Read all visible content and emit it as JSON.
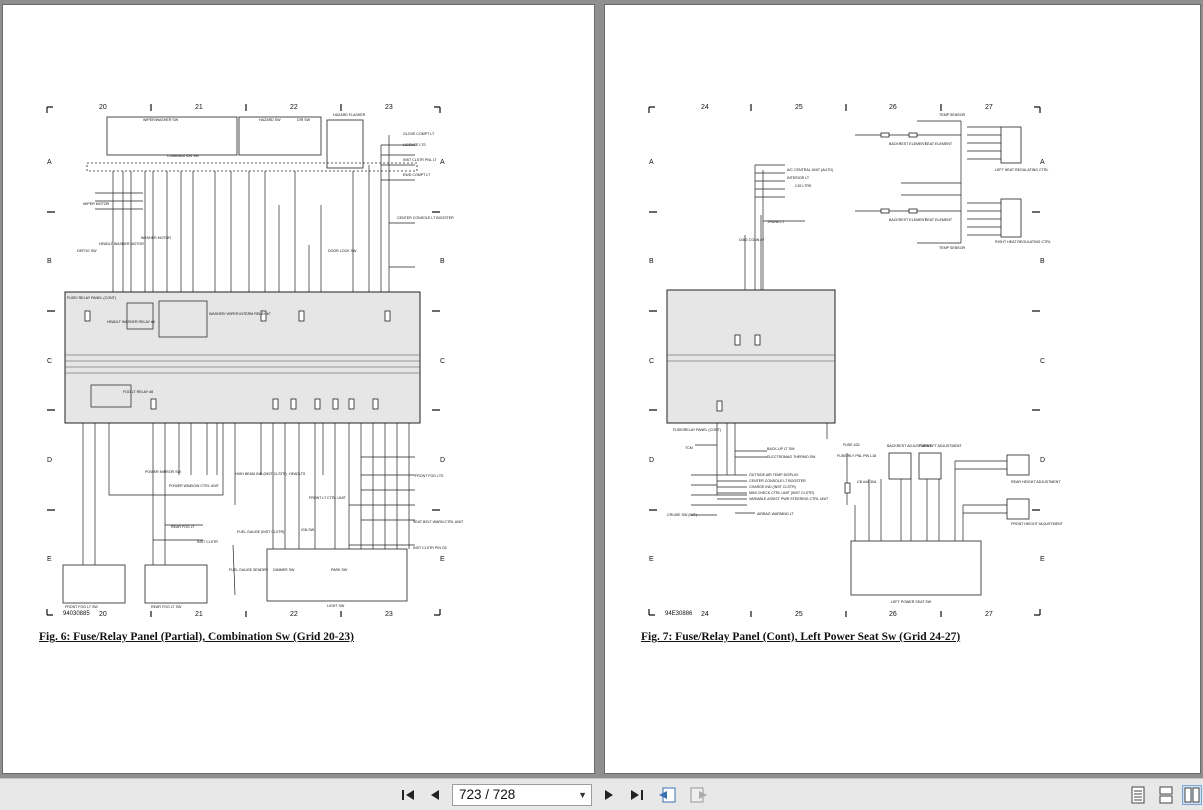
{
  "pages": [
    {
      "caption": "Fig. 6: Fuse/Relay Panel (Partial), Combination Sw (Grid 20-23)",
      "grid_columns": [
        "20",
        "21",
        "22",
        "23"
      ],
      "grid_rows": [
        "A",
        "B",
        "C",
        "D",
        "E"
      ],
      "figure_code": "94030885",
      "labels": {
        "wiper_washer_sw": "WIPER/WASHER SW",
        "combination_sw": "COMBINATION SW",
        "hazard_sw": "HAZARD SW",
        "dir_sw": "DIR SW",
        "hazard_flasher": "HAZARD FLASHER",
        "glove_comp_lt": "GLOVE COMPT LT",
        "license_lts": "LICENSE LTS",
        "inst_clstr_pnl_lt": "INST CLSTR PNL LT",
        "ewd_compt_lt": "EWD COMPT LT",
        "wiper_motor": "WIPER MOTOR",
        "center_console_lt_booster": "CENTER CONSOLE LT BOOSTER",
        "headlt_washer_motor": "HEADLT WASHER MOTOR",
        "washer_motor": "WASHER MOTOR",
        "defog_sw": "DEFOG SW",
        "door_lock_sw": "DOOR LOCK SW",
        "fuse_relay_panel": "FUSE/ RELAY PANEL (CONT)",
        "headlt_washer_relay": "HEADLT WASHER RELAY #6",
        "washer_wiper_interm_relay": "WASHER/ WIPER INTERM RELAY #7",
        "fog_lt_relay": "FOG LT RELAY #8",
        "power_mirror_sw": "POWER MIRROR SW",
        "power_window_ctrl_unit": "POWER WINDOW CTRL UNIT",
        "high_beam_ind": "HIGH BEAM IND (INST CLSTR)",
        "headlts": "HEADLTS",
        "front_lt_ctrl_unit": "FRONT LT CTRL UNIT",
        "front_fog_lts": "FRONT FOG LTS",
        "rear_fog_lt": "REAR FOG LT",
        "inst_clstr": "INST CLSTR",
        "fuel_gauge": "FUEL GAUGE (INST CLSTR)",
        "fuel_gauge_sender": "FUEL GAUGE SENDER",
        "ign_sw": "IGN SW",
        "light_sw": "LIGHT SW",
        "dimmer_sw": "DIMMER SW",
        "park_sw": "PARK SW",
        "front_fog_lt_sw": "FRONT FOG LT SW",
        "rear_fog_lt_sw": "REAR FOG LT SW",
        "seat_belt_warn_ctrl_unit": "SEAT BELT WARN CTRL UNIT",
        "inst_clstr_pin_c8": "INST CLSTR PIN C8"
      }
    },
    {
      "caption": "Fig. 7: Fuse/Relay Panel (Cont), Left Power Seat Sw (Grid 24-27)",
      "grid_columns": [
        "24",
        "25",
        "26",
        "27"
      ],
      "grid_rows": [
        "A",
        "B",
        "C",
        "D",
        "E"
      ],
      "figure_code": "94E30886",
      "labels": {
        "temp_sensor": "TEMP SENSOR",
        "backrest_element": "BACKREST ELEMENT",
        "seat_element": "SEAT ELEMENT",
        "left_heat_regulating_ctrl": "LEFT HEAT REGULATING CTRL",
        "right_heat_regulating_ctrl": "RIGHT HEAT REGULATING CTRL",
        "ac_central_unit": "A/C CENTRAL UNIT (AUTO)",
        "interior_lt": "INTERIOR LT",
        "cig_ltr": "CIG LTRS",
        "trunk_lt": "TRUNK LT",
        "diag_conn": "DIAG CONN #7",
        "fuse_relay_panel": "FUSE/RELAY PANEL (CONT)",
        "tcm": "TCM",
        "back_up_lt_sw": "BACK-UP LT SW",
        "electromag_thermo_sw": "ELECTROMAG THERMO SW",
        "fuse_32": "FUSE #32",
        "fuse_rly_pnl": "FUSE/RLY PNL PIN L18",
        "backrest_adjustment": "BACKREST ADJUSTMENT",
        "fore_aft_adjustment": "FORE/AFT ADJUSTMENT",
        "rear_height_adjustment": "REAR HEIGHT ADJUSTMENT",
        "front_height_adjustment": "FRONT HEIGHT ADJUSTMENT",
        "circuit_breaker": "CB #44 30A",
        "outside_air_temp": "OUTSIDE AIR TEMP DISPLAY",
        "center_console_booster": "CENTER CONSOLE LT BOOSTER",
        "charge_ind": "CHARGE IND (INST CLSTR)",
        "mini_check_ctrl_unit": "MINI CHECK CTRL UNIT (INST CLSTR)",
        "variable_assist": "VARIABLE ASSIST PWR STEERING CTRL UNIT",
        "airbag_warning_lt": "AIRBAG WARNING LT",
        "cruise_sw": "CRUISE SW (M/T)",
        "left_power_seat_sw": "LEFT POWER SEAT SW"
      }
    }
  ],
  "toolbar": {
    "current_page": "723",
    "total_pages": "728",
    "page_display": "723 / 728"
  },
  "icons": {
    "first": "first-page-icon",
    "prev": "previous-page-icon",
    "next": "next-page-icon",
    "last": "last-page-icon",
    "back_view": "previous-view-icon",
    "forward_view": "next-view-icon",
    "single_page": "single-page-view-icon",
    "continuous": "continuous-view-icon",
    "two_page": "two-page-view-icon"
  }
}
